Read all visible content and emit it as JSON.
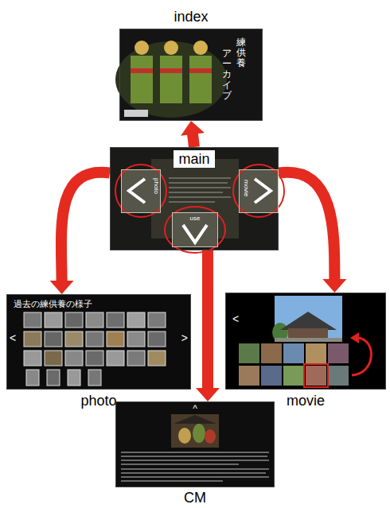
{
  "diagram": {
    "nodes": [
      {
        "text": [
          "index",
          "練供養",
          "アーカイブ"
        ]
      },
      {
        "text": [
          "main"
        ]
      },
      {
        "text": [
          "photo"
        ],
        "in": 1
      },
      {
        "text": [
          "movie"
        ],
        "in": 1
      },
      {
        "text": [
          "use"
        ],
        "in": 1
      },
      {
        "text": [
          "photo",
          "過去の練供養の様子",
          "<",
          ">"
        ]
      },
      {
        "text": [
          "movie",
          "<"
        ]
      },
      {
        "text": [
          "CM",
          "^"
        ]
      }
    ],
    "edges": [
      {
        "from": 1,
        "to": 0,
        "arrow": "to"
      },
      {
        "from": 1,
        "to": 5,
        "arrow": "to"
      },
      {
        "from": 1,
        "to": 6,
        "arrow": "to"
      },
      {
        "from": 1,
        "to": 7,
        "arrow": "to"
      }
    ]
  }
}
